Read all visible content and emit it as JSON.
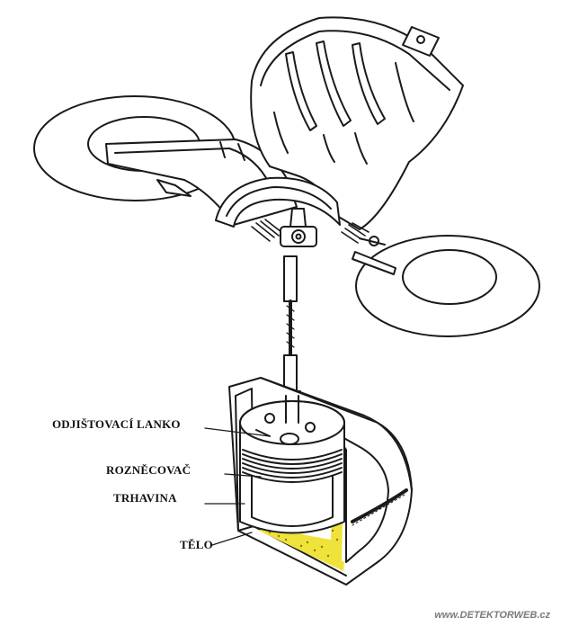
{
  "labels": {
    "safety_cable": "ODJIŠTOVACÍ LANKO",
    "fuze": "ROZNĚCOVAČ",
    "explosive": "TRHAVINA",
    "body": "TĚLO"
  },
  "watermark": "www.DETEKTORWEB.cz",
  "colors": {
    "line": "#1a1a1a",
    "explosive_fill": "#efe23a",
    "explosive_speckle": "#8a7a10",
    "background": "#ffffff"
  }
}
